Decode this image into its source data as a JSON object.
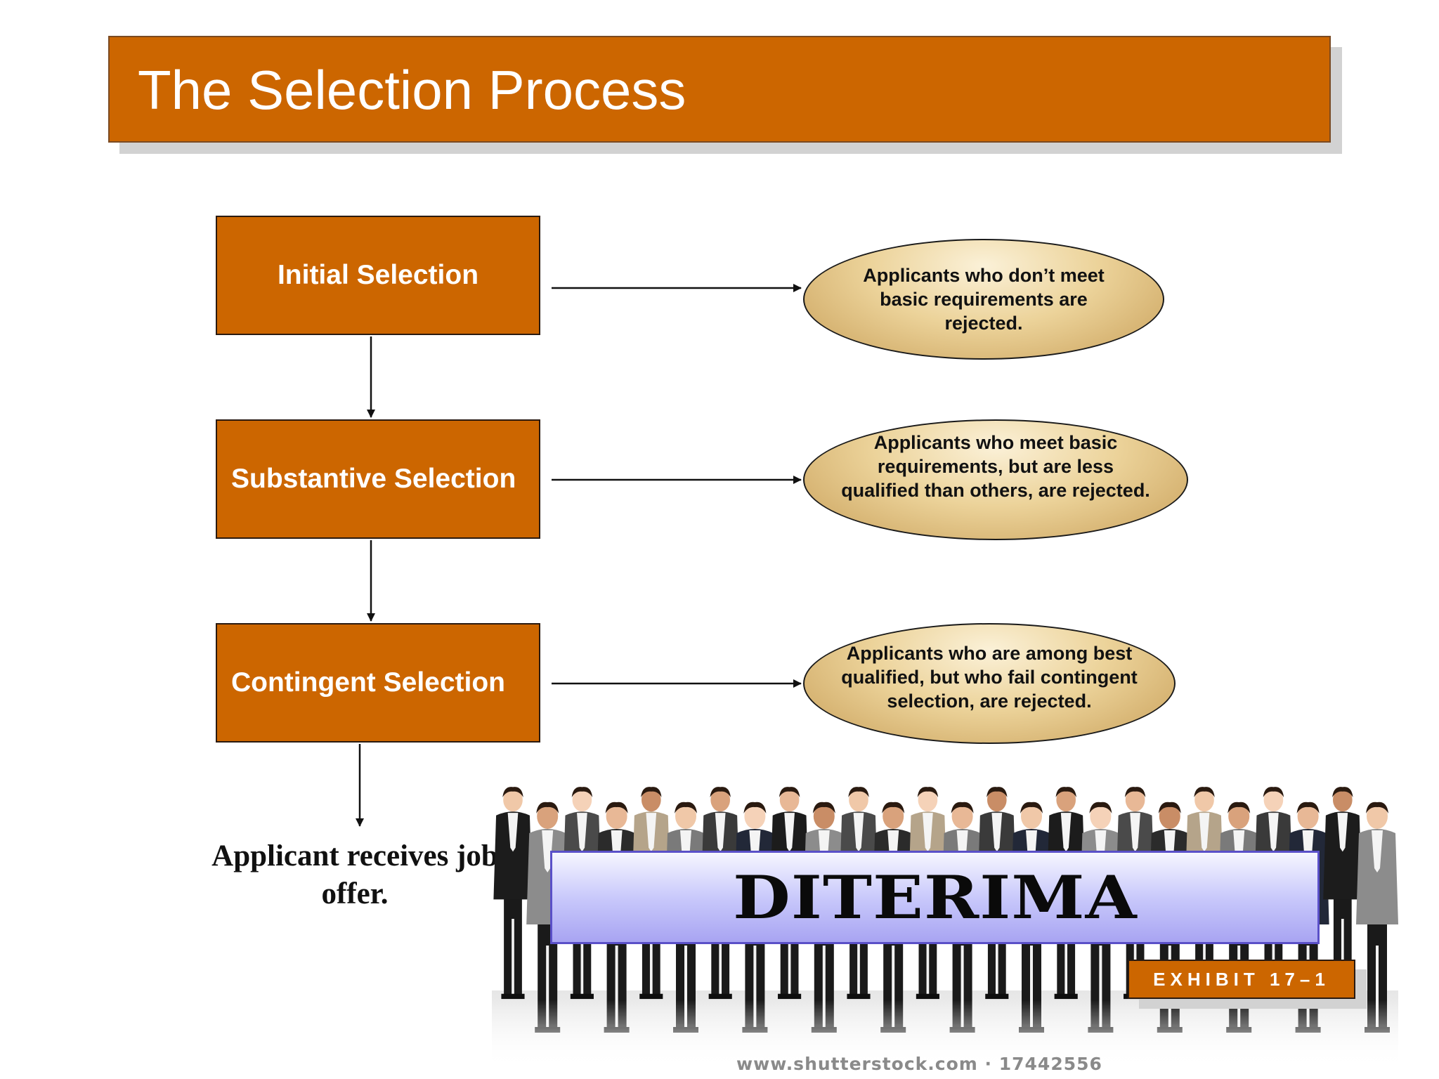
{
  "title": "The Selection Process",
  "steps": [
    {
      "label": "Initial Selection",
      "outcome": "Applicants who don’t meet\nbasic requirements are\nrejected."
    },
    {
      "label": "Substantive Selection",
      "outcome": "Applicants who meet basic\nrequirements, but are less\nqualified than others,  are rejected."
    },
    {
      "label": "Contingent Selection",
      "outcome": "Applicants who are among best\nqualified, but who fail contingent\nselection, are rejected."
    }
  ],
  "final_outcome": "Applicant receives job\noffer.",
  "stamp": "DITERIMA",
  "exhibit": "EXHIBIT 17–1",
  "watermark": "www.shutterstock.com · 17442556",
  "colors": {
    "step_fill": "#cc6600",
    "oval_fill": "#ecd39a",
    "stamp_fill": "#c9c9fb"
  }
}
